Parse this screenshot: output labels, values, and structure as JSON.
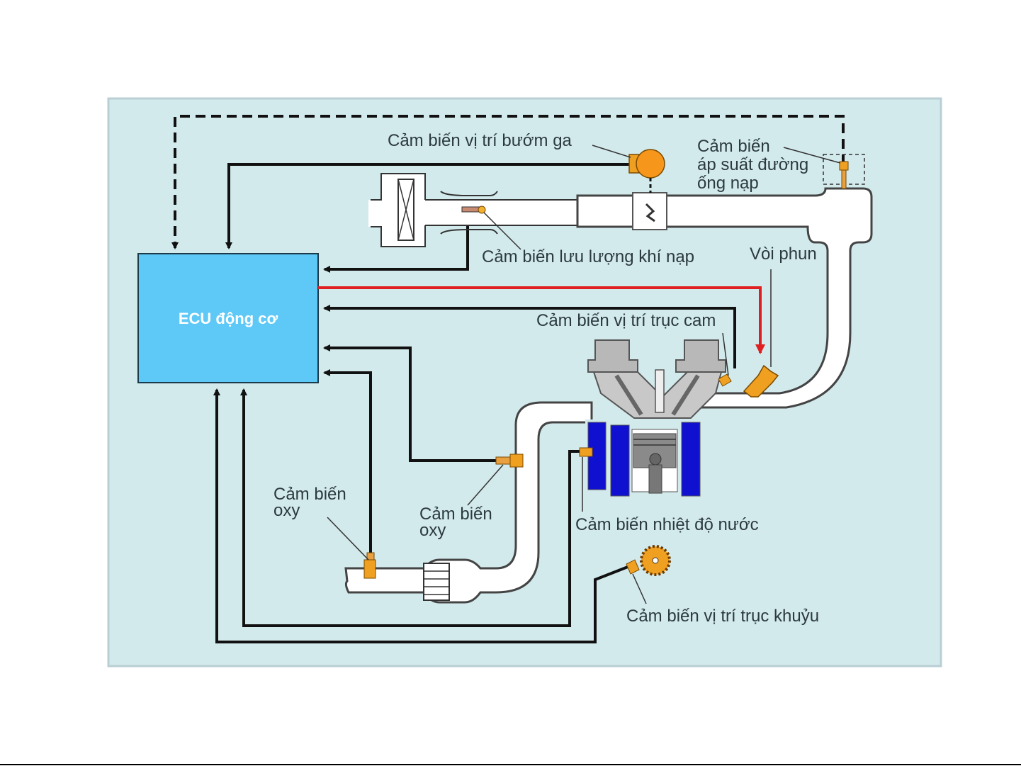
{
  "diagram": {
    "ecu": {
      "label": "ECU động cơ"
    },
    "labels": {
      "throttle_position_sensor": "Cảm biến vị trí bướm ga",
      "manifold_pressure_sensor_line1": "Cảm biến",
      "manifold_pressure_sensor_line2": "áp suất đường",
      "manifold_pressure_sensor_line3": "ống nạp",
      "air_flow_sensor": "Cảm biến lưu lượng khí nạp",
      "injector": "Vòi phun",
      "camshaft_position_sensor": "Cảm biến vị trí trục cam",
      "oxygen_sensor_1_line1": "Cảm biến",
      "oxygen_sensor_1_line2": "oxy",
      "oxygen_sensor_2_line1": "Cảm biến",
      "oxygen_sensor_2_line2": "oxy",
      "coolant_temperature_sensor": "Cảm biến nhiệt độ nước",
      "crankshaft_position_sensor": "Cảm biến vị trí trục khuỷu"
    },
    "colors": {
      "background_panel": "#d3eaec",
      "ecu_fill": "#5ec8f7",
      "signal_line": "#111111",
      "control_line": "#e02020",
      "sensor": "#f0a020",
      "coolant": "#1010d0",
      "engine_gray": "#b8b8b8"
    }
  }
}
